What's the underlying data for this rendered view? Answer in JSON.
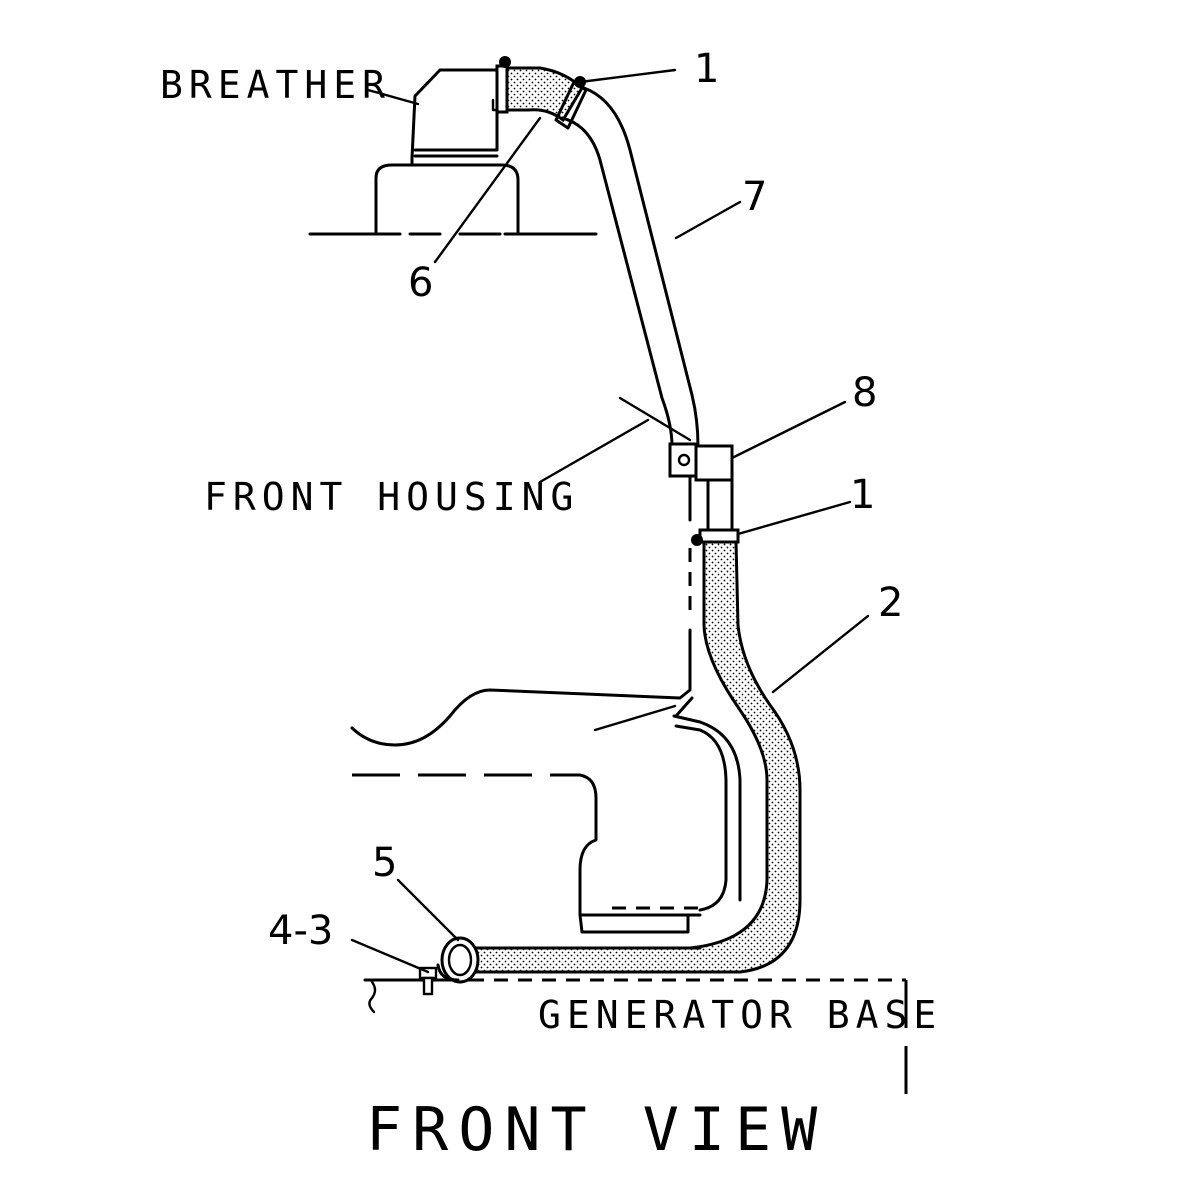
{
  "diagram": {
    "title": "FRONT VIEW",
    "labels": {
      "breather": "BREATHER",
      "front_housing": "FRONT HOUSING",
      "generator_base": "GENERATOR BASE"
    },
    "callouts": {
      "c1_top": "1",
      "c7": "7",
      "c6": "6",
      "c8": "8",
      "c1_mid": "1",
      "c2": "2",
      "c5": "5",
      "c43": "4-3"
    }
  }
}
